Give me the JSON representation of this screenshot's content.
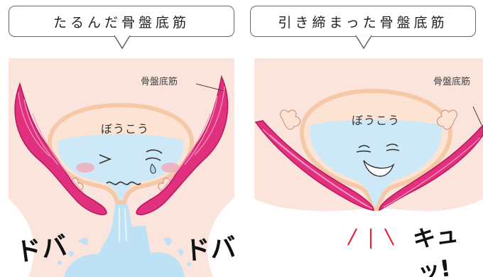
{
  "left": {
    "title": "たるんだ骨盤底筋",
    "muscle_label": "骨盤底筋",
    "bladder_label": "ぼうこう",
    "sfx_left": "ドバ",
    "sfx_right": "ドバ"
  },
  "right": {
    "title": "引き締まった骨盤底筋",
    "muscle_label": "骨盤底筋",
    "bladder_label": "ぼうこう",
    "sfx": "キュッ!"
  },
  "colors": {
    "skin": "#fbe4dc",
    "bladder_outline": "#f5c9a8",
    "urine": "#cde8f6",
    "muscle": "#e0307e",
    "muscle_dark": "#b8185e",
    "water": "#bfe1f5",
    "squeeze_marks": "#e3263a"
  }
}
